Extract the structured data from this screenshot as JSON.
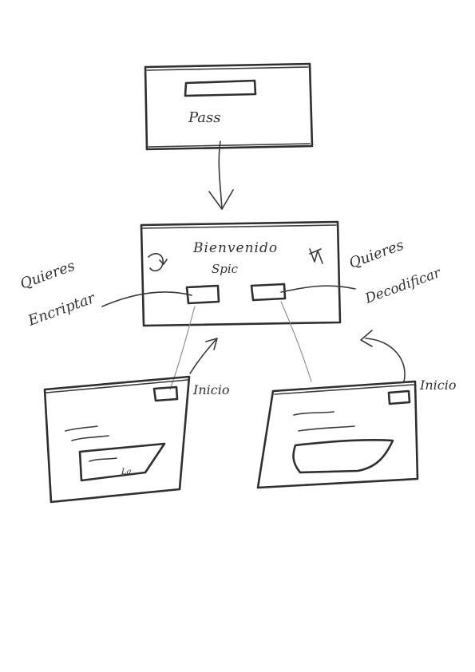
{
  "login": {
    "label": "Pass"
  },
  "welcome": {
    "title_line1": "Bienvenido",
    "title_line2": "Spic"
  },
  "annotations": {
    "left": [
      "Quieres",
      "Encriptar"
    ],
    "right": [
      "Quieres",
      "Decodificar"
    ]
  },
  "encrypt_screen": {
    "button_label": "Inicio",
    "inner_box_text": "La"
  },
  "decode_screen": {
    "button_label": "Inicio"
  },
  "stroke_color": "#2f2f2f"
}
